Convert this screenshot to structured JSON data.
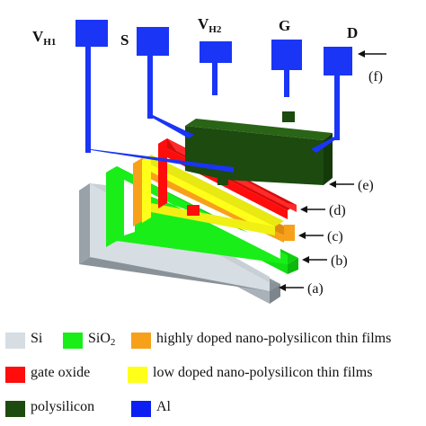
{
  "terminals": [
    {
      "id": "vh1",
      "main": "V",
      "sub": "H1"
    },
    {
      "id": "s",
      "main": "S",
      "sub": ""
    },
    {
      "id": "vh2",
      "main": "V",
      "sub": "H2"
    },
    {
      "id": "g",
      "main": "G",
      "sub": ""
    },
    {
      "id": "d",
      "main": "D",
      "sub": ""
    }
  ],
  "callouts": {
    "a": "(a)",
    "b": "(b)",
    "c": "(c)",
    "d": "(d)",
    "e": "(e)",
    "f": "(f)"
  },
  "legend": [
    {
      "id": "si",
      "label": "Si",
      "color": "#d6dde3"
    },
    {
      "id": "sio2",
      "label": "SiO",
      "sub": "2",
      "color": "#19ee19"
    },
    {
      "id": "heavy",
      "label": "highly doped nano-polysilicon thin films",
      "color": "#f7a11a"
    },
    {
      "id": "gate-oxide",
      "label": "gate oxide",
      "color": "#ff0c0c"
    },
    {
      "id": "light",
      "label": "low doped nano-polysilicon thin films",
      "color": "#ffff19"
    },
    {
      "id": "polysilicon",
      "label": "polysilicon",
      "color": "#1c4a0f"
    },
    {
      "id": "al",
      "label": "Al",
      "color": "#0c1ff2"
    }
  ]
}
